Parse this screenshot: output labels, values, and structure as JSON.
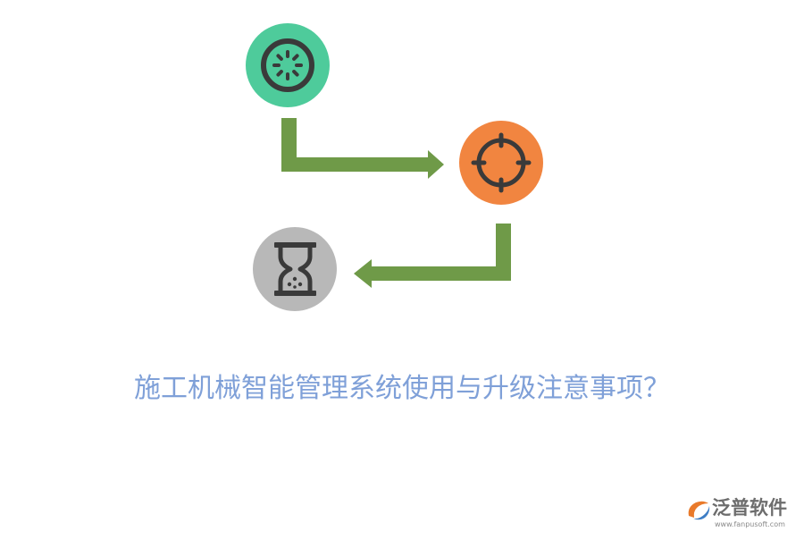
{
  "diagram": {
    "title": "施工机械智能管理系统使用与升级注意事项？",
    "nodes": [
      {
        "id": "node-1",
        "icon": "dial-icon",
        "color": "#4ecb9b"
      },
      {
        "id": "node-2",
        "icon": "crosshair-icon",
        "color": "#f18540"
      },
      {
        "id": "node-3",
        "icon": "hourglass-icon",
        "color": "#b8b8b8"
      }
    ],
    "arrow_color": "#6f9a48"
  },
  "brand": {
    "name": "泛普软件",
    "url": "www.fanpusoft.com",
    "logo_colors": [
      "#e97a2b",
      "#3e7dc5"
    ]
  }
}
